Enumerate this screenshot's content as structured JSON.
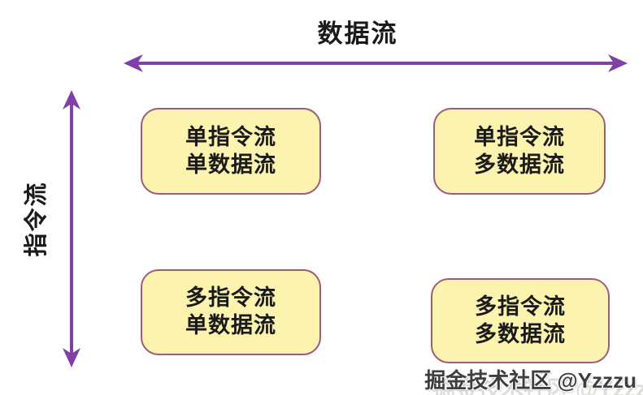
{
  "diagram": {
    "title": "Flynn taxonomy quadrant diagram",
    "axes": {
      "horizontal_label": "数据流",
      "vertical_label": "指令流"
    },
    "quadrants": [
      {
        "id": "sisd",
        "position": "top-left",
        "lines": [
          "单指令流",
          "单数据流"
        ]
      },
      {
        "id": "simd",
        "position": "top-right",
        "lines": [
          "单指令流",
          "多数据流"
        ]
      },
      {
        "id": "misd",
        "position": "bottom-left",
        "lines": [
          "多指令流",
          "单数据流"
        ]
      },
      {
        "id": "mimd",
        "position": "bottom-right",
        "lines": [
          "多指令流",
          "多数据流"
        ]
      }
    ],
    "colors": {
      "background": "#ffffff",
      "arrow": "#8140a3",
      "box_fill": "#fbf3ae",
      "box_border": "#9c5b7a",
      "text": "#1a1a1a",
      "watermark_text": "#3e3e3e"
    }
  },
  "watermark": {
    "text": "掘金技术社区 @Yzzzu"
  }
}
